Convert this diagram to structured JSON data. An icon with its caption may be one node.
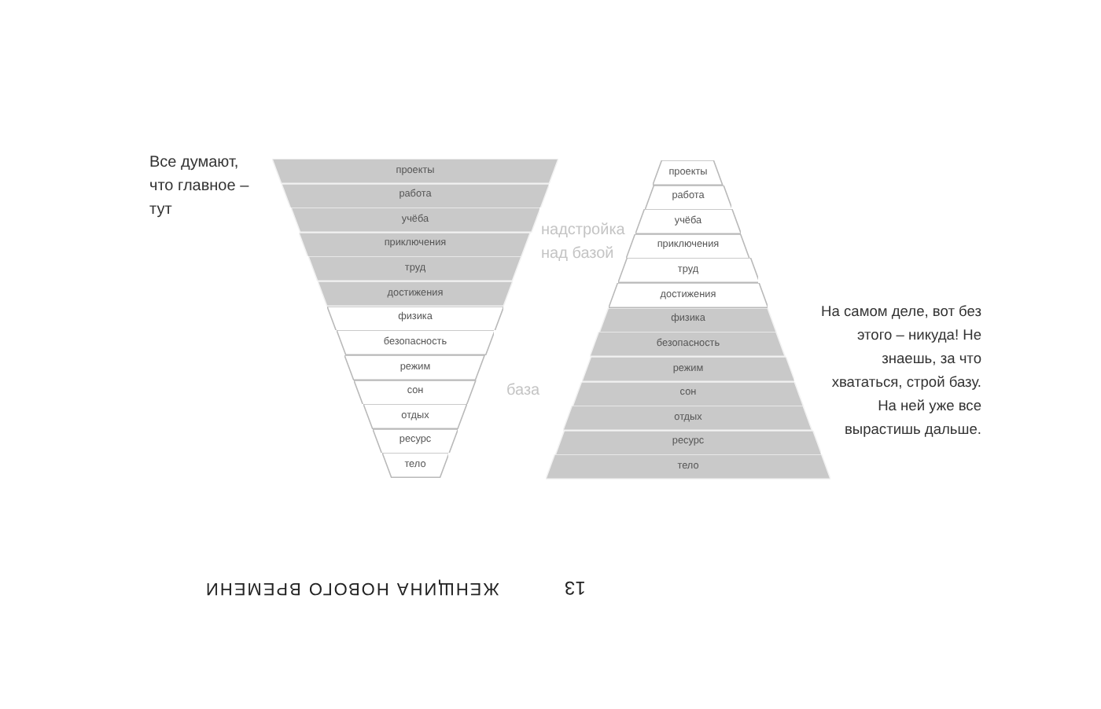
{
  "diagram": {
    "nodes": [
      {
        "text": [
          "проекты"
        ]
      },
      {
        "text": [
          "работа"
        ]
      },
      {
        "text": [
          "учёба"
        ]
      },
      {
        "text": [
          "приключения"
        ]
      },
      {
        "text": [
          "труд"
        ]
      },
      {
        "text": [
          "достижения"
        ]
      },
      {
        "text": [
          "физика"
        ]
      },
      {
        "text": [
          "безопасность"
        ]
      },
      {
        "text": [
          "режим"
        ]
      },
      {
        "text": [
          "сон"
        ]
      },
      {
        "text": [
          "отдых"
        ]
      },
      {
        "text": [
          "ресурс"
        ]
      },
      {
        "text": [
          "тело"
        ]
      },
      {
        "text": [
          "проекты"
        ]
      },
      {
        "text": [
          "работа"
        ]
      },
      {
        "text": [
          "учёба"
        ]
      },
      {
        "text": [
          "приключения"
        ]
      },
      {
        "text": [
          "труд"
        ]
      },
      {
        "text": [
          "достижения"
        ]
      },
      {
        "text": [
          "физика"
        ]
      },
      {
        "text": [
          "безопасность"
        ]
      },
      {
        "text": [
          "режим"
        ]
      },
      {
        "text": [
          "сон"
        ]
      },
      {
        "text": [
          "отдых"
        ]
      },
      {
        "text": [
          "ресурс"
        ]
      },
      {
        "text": [
          "тело"
        ]
      }
    ],
    "labels": [
      "Все думают, что главное – тут",
      "надстройка над базой",
      "база",
      "На самом деле, вот без этого – никуда! Не знаешь, за что хвататься, строй базу. На ней уже все вырастишь дальше.",
      "ЖЕНЩИНА НОВОГО ВРЕМЕНИ",
      "13"
    ]
  }
}
